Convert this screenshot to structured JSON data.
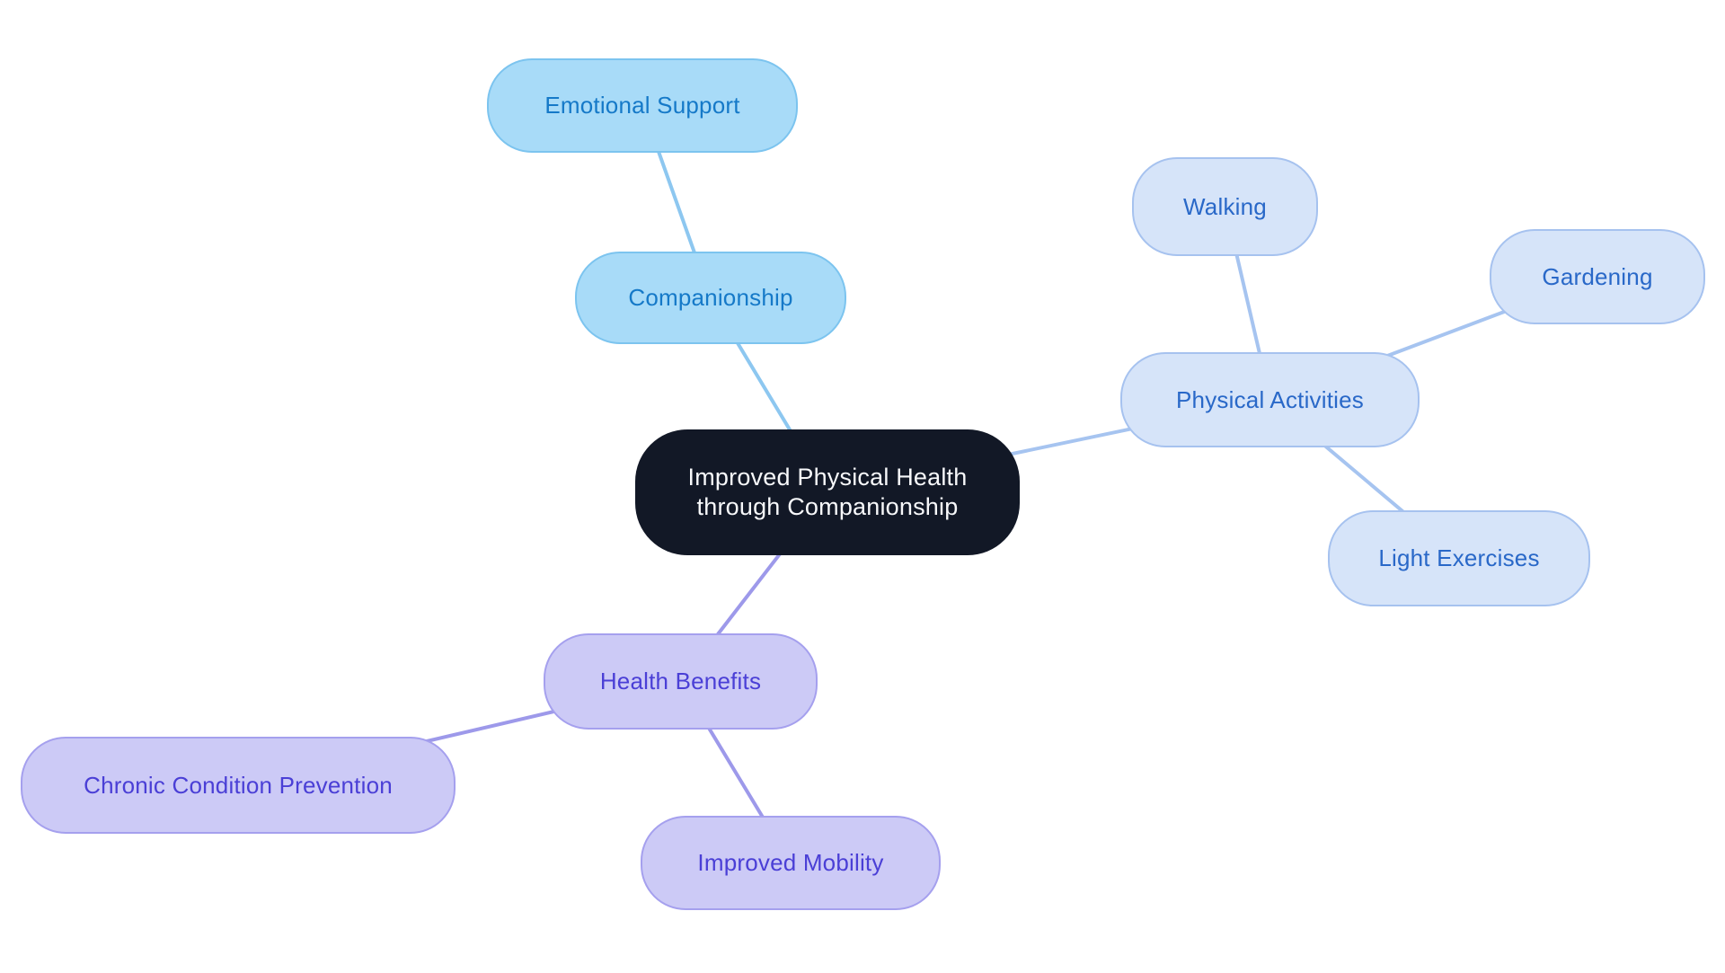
{
  "palette": {
    "central": {
      "fill": "#121826",
      "text": "#F7F8FA",
      "edge": "#B8C4D8"
    },
    "sky": {
      "fill": "#A8DBF8",
      "border": "#7CC4EF",
      "text": "#1579C8",
      "edge": "#8DC7F0"
    },
    "peri": {
      "fill": "#D6E4F9",
      "border": "#A6C2EF",
      "text": "#2968C8",
      "edge": "#A6C4F0"
    },
    "lav": {
      "fill": "#CCCAF6",
      "border": "#A5A0EE",
      "text": "#4A3FD6",
      "edge": "#9D99EA"
    }
  },
  "mindmap": {
    "central": {
      "label": "Improved Physical Health through Companionship"
    },
    "branches": [
      {
        "label": "Companionship",
        "children": [
          "Emotional Support"
        ]
      },
      {
        "label": "Physical Activities",
        "children": [
          "Walking",
          "Gardening",
          "Light Exercises"
        ]
      },
      {
        "label": "Health Benefits",
        "children": [
          "Chronic Condition Prevention",
          "Improved Mobility"
        ]
      }
    ],
    "edges": [
      {
        "from": "Improved Physical Health through Companionship",
        "to": "Companionship"
      },
      {
        "from": "Companionship",
        "to": "Emotional Support"
      },
      {
        "from": "Improved Physical Health through Companionship",
        "to": "Physical Activities"
      },
      {
        "from": "Physical Activities",
        "to": "Walking"
      },
      {
        "from": "Physical Activities",
        "to": "Gardening"
      },
      {
        "from": "Physical Activities",
        "to": "Light Exercises"
      },
      {
        "from": "Improved Physical Health through Companionship",
        "to": "Health Benefits"
      },
      {
        "from": "Health Benefits",
        "to": "Chronic Condition Prevention"
      },
      {
        "from": "Health Benefits",
        "to": "Improved Mobility"
      }
    ]
  }
}
